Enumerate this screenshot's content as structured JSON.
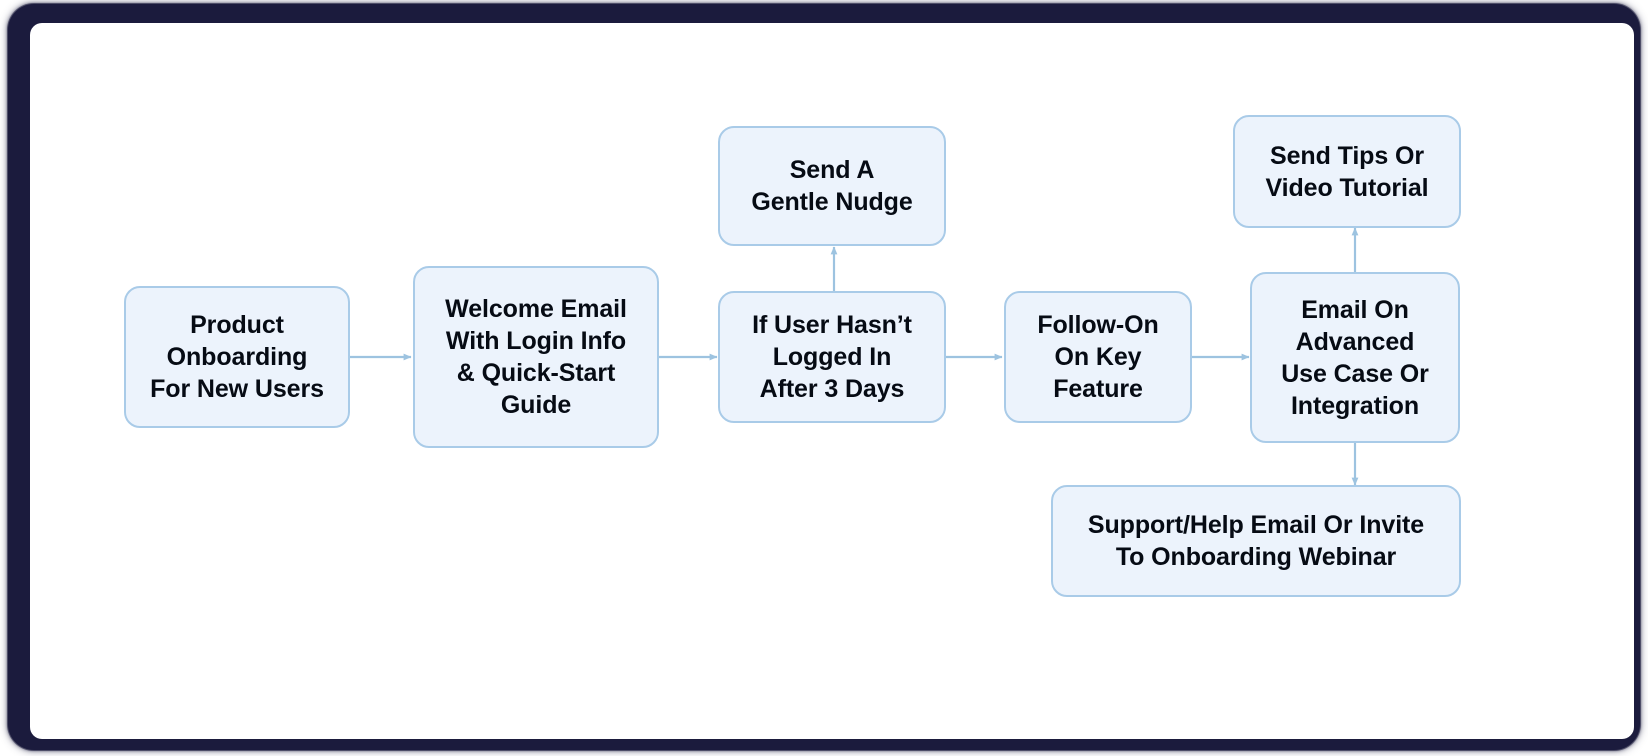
{
  "frame": {
    "border_color": "#1b1b3d",
    "canvas_color": "#ffffff"
  },
  "theme": {
    "node_fill": "#ecf3fc",
    "node_border": "#a9cbe8",
    "node_text": "#060b14",
    "edge_color": "#9dc3e0"
  },
  "diagram": {
    "title": "Product Onboarding For New Users",
    "type": "flowchart",
    "direction": "left-to-right",
    "nodes": [
      {
        "id": "start",
        "label": "Product\nOnboarding\nFor New Users"
      },
      {
        "id": "welcome",
        "label": "Welcome Email\nWith Login Info\n& Quick-Start\nGuide"
      },
      {
        "id": "nudge",
        "label": "Send A\nGentle Nudge"
      },
      {
        "id": "check",
        "label": "If User Hasn’t\nLogged In\nAfter 3 Days"
      },
      {
        "id": "followon",
        "label": "Follow-On\nOn Key\nFeature"
      },
      {
        "id": "tips",
        "label": "Send Tips Or\nVideo Tutorial"
      },
      {
        "id": "advanced",
        "label": "Email On\nAdvanced\nUse Case Or\nIntegration"
      },
      {
        "id": "support",
        "label": "Support/Help Email Or Invite\nTo Onboarding Webinar"
      }
    ],
    "edges": [
      {
        "from": "start",
        "to": "welcome",
        "direction": "right"
      },
      {
        "from": "welcome",
        "to": "check",
        "direction": "right"
      },
      {
        "from": "check",
        "to": "nudge",
        "direction": "up"
      },
      {
        "from": "check",
        "to": "followon",
        "direction": "right"
      },
      {
        "from": "followon",
        "to": "advanced",
        "direction": "right"
      },
      {
        "from": "advanced",
        "to": "tips",
        "direction": "up"
      },
      {
        "from": "advanced",
        "to": "support",
        "direction": "down"
      }
    ]
  }
}
